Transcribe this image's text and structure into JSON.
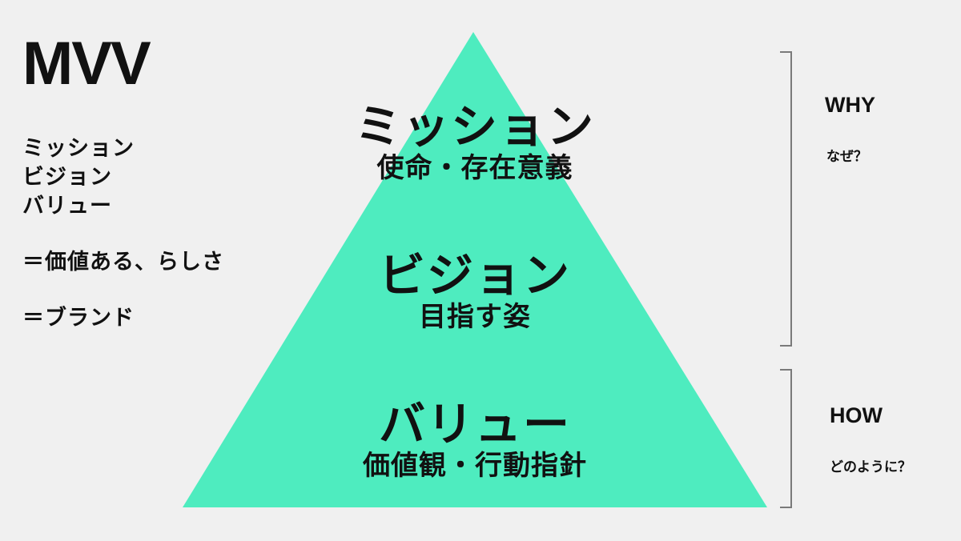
{
  "title": "MVV",
  "left_notes": {
    "terms": [
      "ミッション",
      "ビジョン",
      "バリュー"
    ],
    "equals_value": "＝価値ある、らしさ",
    "equals_brand": "＝ブランド"
  },
  "pyramid": {
    "fill_color": "#4eecbf",
    "tiers": [
      {
        "name": "ミッション",
        "description": "使命・存在意義"
      },
      {
        "name": "ビジョン",
        "description": "目指す姿"
      },
      {
        "name": "バリュー",
        "description": "価値観・行動指針"
      }
    ]
  },
  "brackets": {
    "why": {
      "label": "WHY",
      "question": "なぜ？"
    },
    "how": {
      "label": "HOW",
      "question": "どのように？"
    }
  }
}
